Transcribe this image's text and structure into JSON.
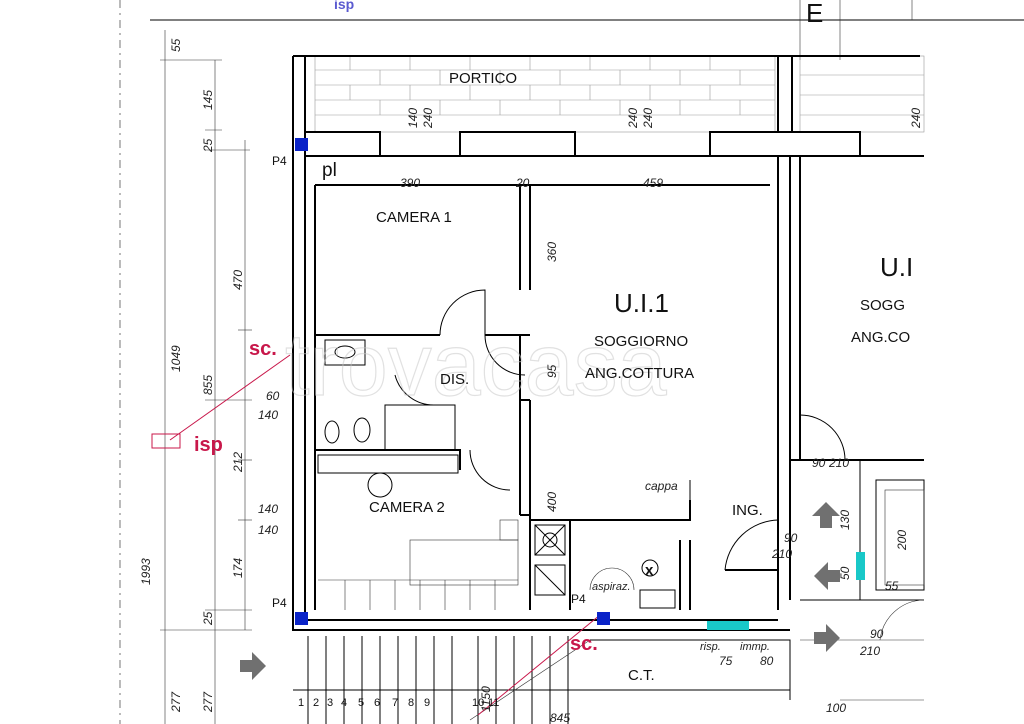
{
  "rooms": {
    "portico": "PORTICO",
    "camera1": "CAMERA 1",
    "camera2": "CAMERA 2",
    "dis": "DIS.",
    "unit": "U.I.1",
    "soggiorno": "SOGGIORNO",
    "ang_cottura": "ANG.COTTURA",
    "ing": "ING.",
    "ct": "C.T.",
    "unit_right": "U.I",
    "sogg_right": "SOGG",
    "ang_right": "ANG.CO"
  },
  "labels": {
    "pl": "pl",
    "p4_top": "P4",
    "p4_bottom_left": "P4",
    "p4_bottom_mid": "P4",
    "sc_left": "sc.",
    "sc_bottom": "sc.",
    "isp_left": "isp",
    "isp_top": "isp",
    "cappa": "cappa",
    "aspiraz": "aspiraz.",
    "x_mark": "x",
    "risp": "risp.",
    "immp": "immp.",
    "e_mark": "E",
    "watermark": "trovacasa"
  },
  "dimensions": {
    "d390": "390",
    "d20": "20",
    "d459": "459",
    "d140a": "140",
    "d240a": "240",
    "d240b": "240",
    "d240c": "240",
    "d240d": "240",
    "d360": "360",
    "d95": "95",
    "d400": "400",
    "d60": "60",
    "d140b": "140",
    "d140c": "140",
    "d140d": "140",
    "d90a": "90",
    "d210a": "210",
    "d90b": "90",
    "d210b": "210",
    "d90c": "90",
    "d210c": "210",
    "d130": "130",
    "d50": "50",
    "d200": "200",
    "d55b": "55",
    "d75": "75",
    "d80": "80",
    "d100": "100",
    "d845": "845",
    "d1150": "1150",
    "v55": "55",
    "v145": "145",
    "v25a": "25",
    "v470": "470",
    "v855": "855",
    "v212": "212",
    "v174": "174",
    "v25b": "25",
    "v277a": "277",
    "v277b": "277",
    "v1049": "1049",
    "v1993": "1993"
  },
  "steps": [
    "1",
    "2",
    "3",
    "4",
    "5",
    "6",
    "7",
    "8",
    "9",
    "10",
    "11"
  ],
  "colors": {
    "pillar": "#0a23c8",
    "vent": "#19c8c8",
    "accent_red": "#c8174a",
    "arrow": "#707070"
  }
}
